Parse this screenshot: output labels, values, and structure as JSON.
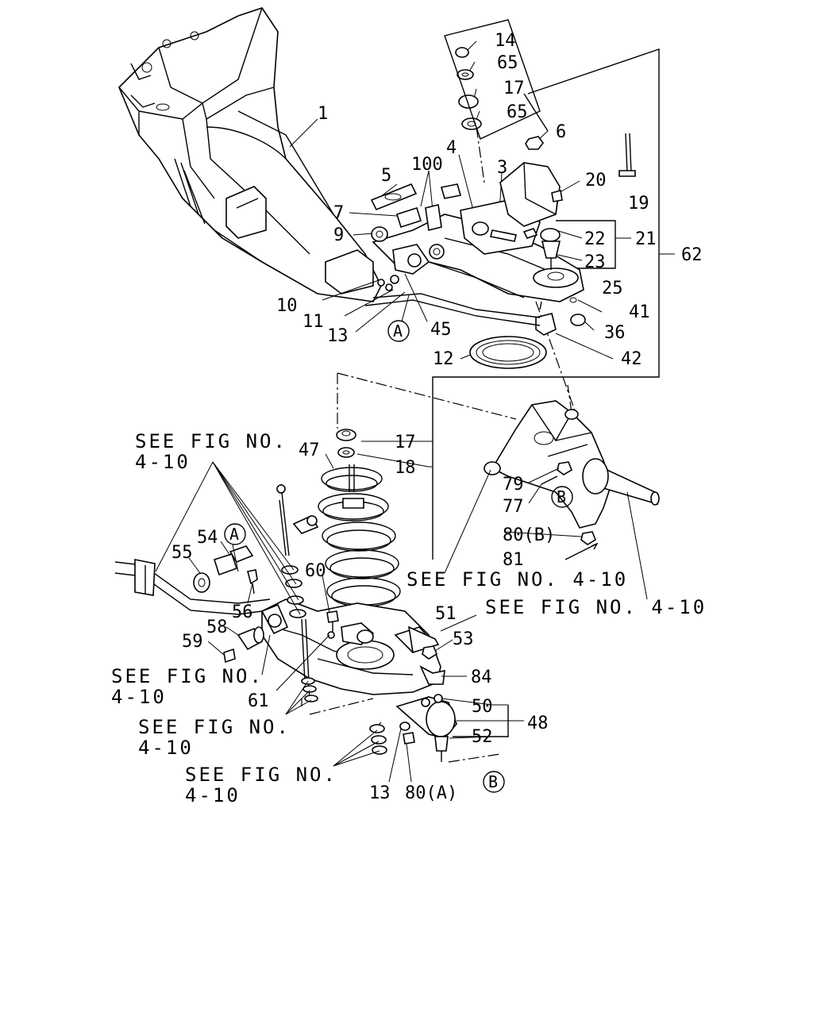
{
  "labels": {
    "n1": "1",
    "n3": "3",
    "n4": "4",
    "n5": "5",
    "n6": "6",
    "n7": "7",
    "n9": "9",
    "n10": "10",
    "n11": "11",
    "n12": "12",
    "n13a": "13",
    "n13b": "13",
    "n14": "14",
    "n17a": "17",
    "n17b": "17",
    "n18": "18",
    "n19": "19",
    "n20": "20",
    "n21": "21",
    "n22": "22",
    "n23": "23",
    "n25": "25",
    "n36": "36",
    "n41": "41",
    "n42": "42",
    "n45": "45",
    "n47": "47",
    "n48": "48",
    "n50": "50",
    "n51": "51",
    "n52": "52",
    "n53": "53",
    "n54": "54",
    "n55": "55",
    "n56": "56",
    "n58": "58",
    "n59": "59",
    "n60": "60",
    "n61": "61",
    "n62": "62",
    "n65a": "65",
    "n65b": "65",
    "n77": "77",
    "n79": "79",
    "n80a": "80(A)",
    "n80b": "80(B)",
    "n81": "81",
    "n84": "84",
    "n100": "100"
  },
  "refs": {
    "a1": "A",
    "a2": "A",
    "b1": "B",
    "b2": "B"
  },
  "notes": {
    "see1_l1": "SEE FIG NO.",
    "see1_l2": "4-10",
    "see2": "SEE FIG NO. 4-10",
    "see3": "SEE FIG NO. 4-10",
    "see4_l1": "SEE FIG NO.",
    "see4_l2": "4-10",
    "see5_l1": "SEE FIG NO.",
    "see5_l2": "4-10",
    "see6_l1": "SEE FIG NO.",
    "see6_l2": "4-10"
  }
}
